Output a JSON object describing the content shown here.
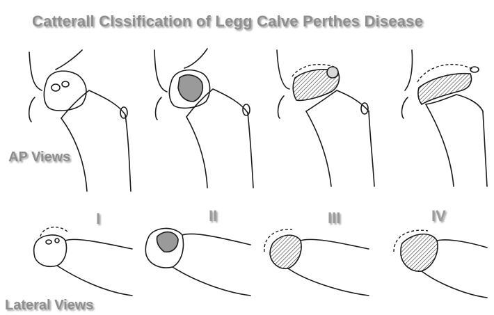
{
  "title": "Catterall Clssification of Legg Calve Perthes Disease",
  "labels": {
    "ap_views": "AP Views",
    "lateral_views": "Lateral Views"
  },
  "grades": [
    "I",
    "II",
    "III",
    "IV"
  ],
  "colors": {
    "label_text": "#8e8e8e",
    "line": "#1a1a1a",
    "background": "#ffffff"
  }
}
